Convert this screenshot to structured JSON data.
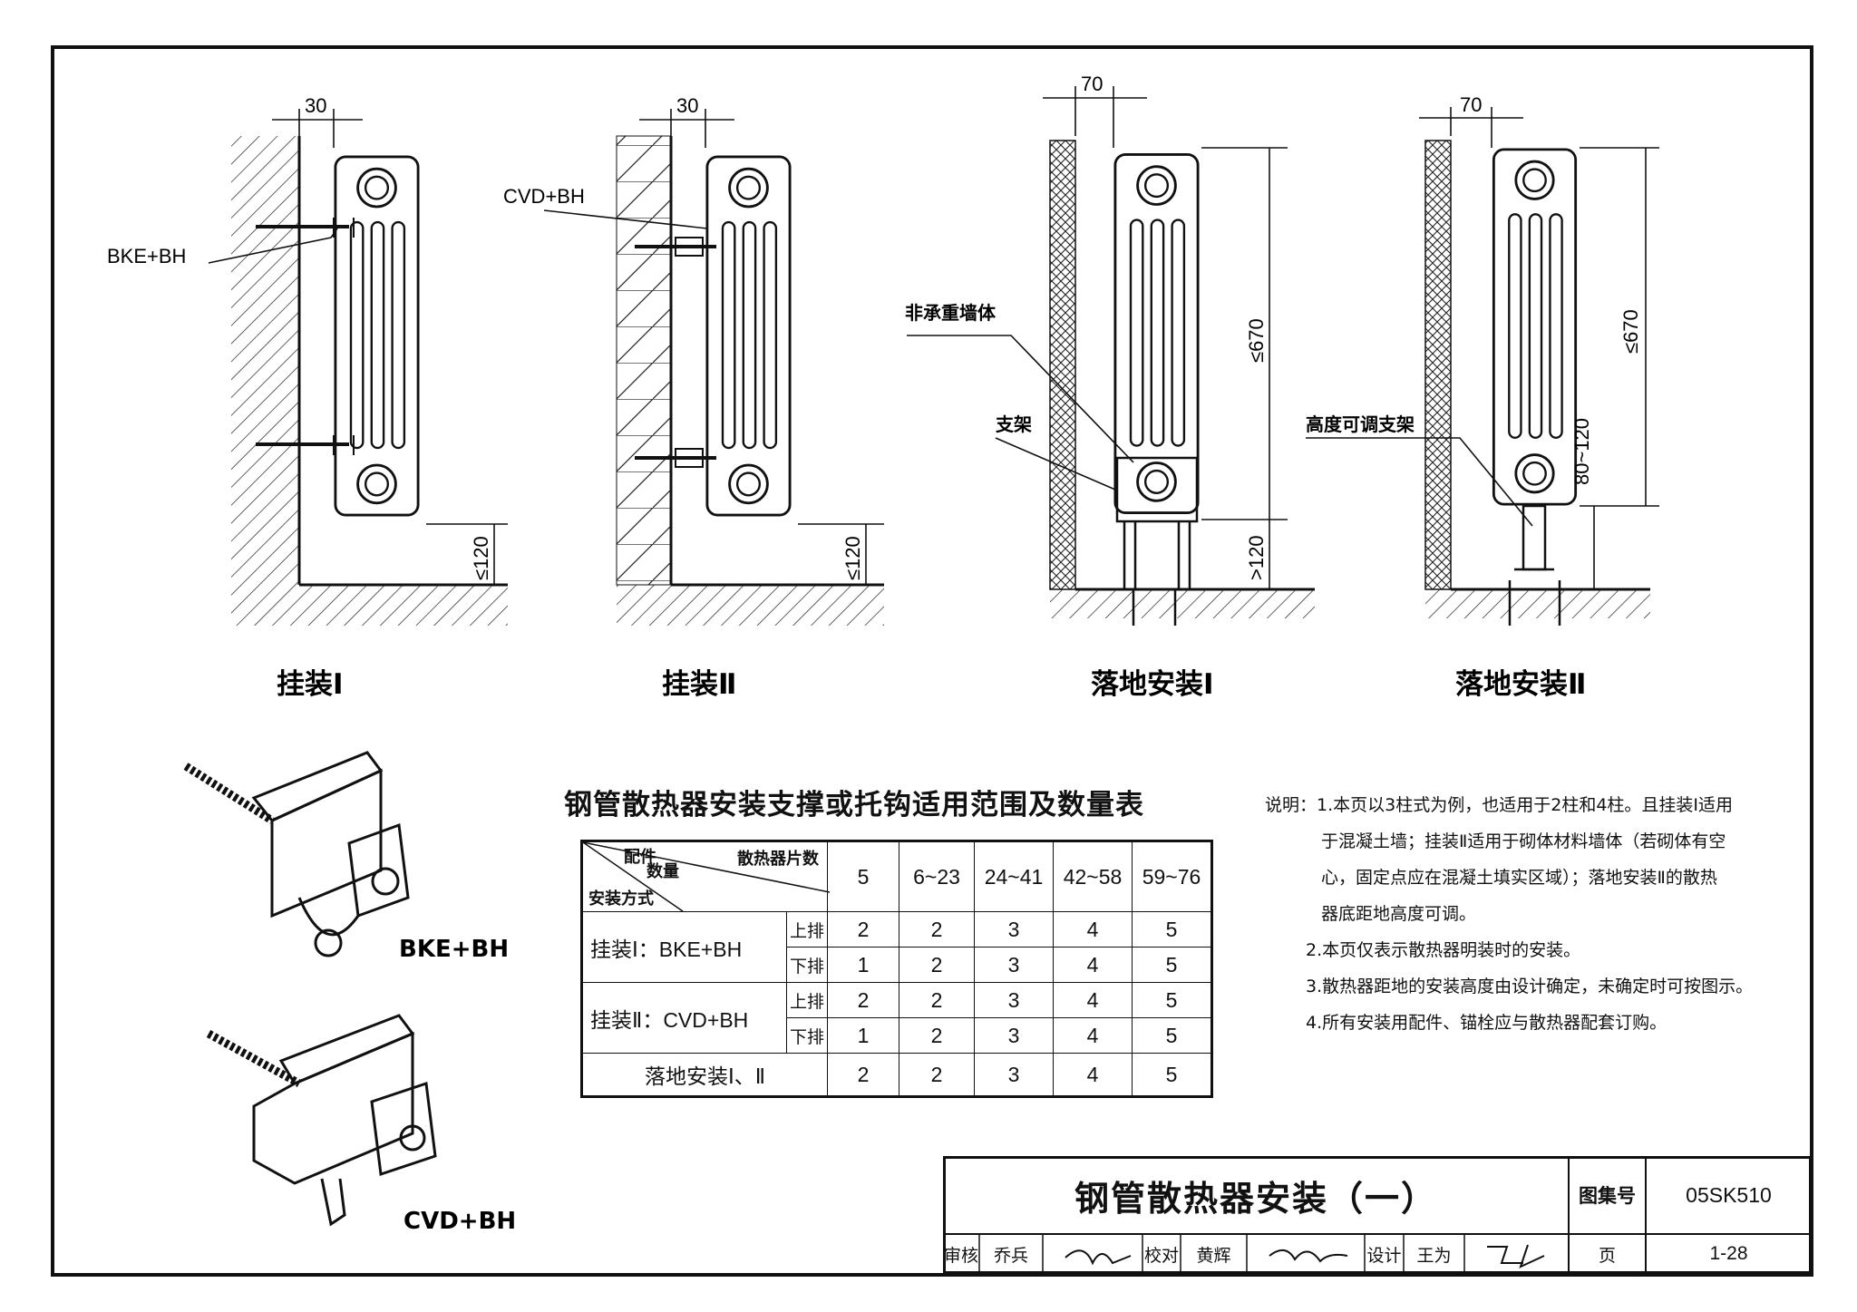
{
  "views": {
    "hang1": {
      "title": "挂装Ⅰ",
      "dim_top": "30",
      "dim_bottom": "≤120",
      "label": "BKE+BH"
    },
    "hang2": {
      "title": "挂装Ⅱ",
      "dim_top": "30",
      "dim_bottom": "≤120",
      "label": "CVD+BH"
    },
    "floor1": {
      "title": "落地安装Ⅰ",
      "dim_top": "70",
      "dim_height": "≤670",
      "dim_bottom": ">120",
      "label_wall": "非承重墙体",
      "label_bracket": "支架"
    },
    "floor2": {
      "title": "落地安装Ⅱ",
      "dim_top": "70",
      "dim_height": "≤670",
      "dim_adjust": "80~120",
      "label_bracket": "高度可调支架"
    }
  },
  "accessories": {
    "bke_label": "BKE+BH",
    "cvd_label": "CVD+BH"
  },
  "table": {
    "title": "钢管散热器安装支撑或托钩适用范围及数量表",
    "header": {
      "corner_top_left": "配件",
      "corner_top_mid": "数量",
      "corner_top_right": "散热器片数",
      "corner_bottom": "安装方式"
    },
    "columns": [
      "5",
      "6~23",
      "24~41",
      "42~58",
      "59~76"
    ],
    "rows": [
      {
        "mode": "挂装Ⅰ：BKE+BH",
        "sub": [
          {
            "pos": "上排",
            "values": [
              "2",
              "2",
              "3",
              "4",
              "5"
            ]
          },
          {
            "pos": "下排",
            "values": [
              "1",
              "2",
              "3",
              "4",
              "5"
            ]
          }
        ]
      },
      {
        "mode": "挂装Ⅱ：CVD+BH",
        "sub": [
          {
            "pos": "上排",
            "values": [
              "2",
              "2",
              "3",
              "4",
              "5"
            ]
          },
          {
            "pos": "下排",
            "values": [
              "1",
              "2",
              "3",
              "4",
              "5"
            ]
          }
        ]
      }
    ],
    "floor_row": {
      "mode": "落地安装Ⅰ、Ⅱ",
      "values": [
        "2",
        "2",
        "3",
        "4",
        "5"
      ]
    }
  },
  "notes": {
    "prefix": "说明：",
    "lines": [
      "1.本页以3柱式为例，也适用于2柱和4柱。且挂装Ⅰ适用",
      "于混凝土墙；挂装Ⅱ适用于砌体材料墙体（若砌体有空",
      "心，固定点应在混凝土填实区域）；落地安装Ⅱ的散热",
      "器底距地高度可调。",
      "2.本页仅表示散热器明装时的安装。",
      "3.散热器距地的安装高度由设计确定，未确定时可按图示。",
      "4.所有安装用配件、锚栓应与散热器配套订购。"
    ]
  },
  "title_block": {
    "drawing_title": "钢管散热器安装（一）",
    "atlas_label": "图集号",
    "atlas_no": "05SK510",
    "review_label": "审核",
    "reviewer": "乔兵",
    "check_label": "校对",
    "checker": "黄辉",
    "design_label": "设计",
    "designer": "王为",
    "page_label": "页",
    "page_no": "1-28"
  }
}
